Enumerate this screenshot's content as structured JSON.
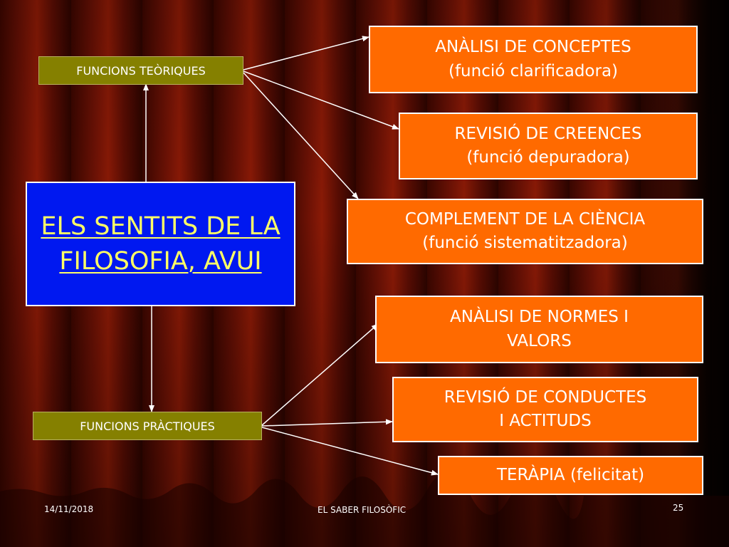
{
  "center": {
    "title": "ELS SENTITS DE LA FILOSOFIA, AVUI"
  },
  "groups": {
    "theoretical": "FUNCIONS TEÒRIQUES",
    "practical": "FUNCIONS PRÀCTIQUES"
  },
  "functions": [
    {
      "line1": "ANÀLISI DE CONCEPTES",
      "line2": "(funció clarificadora)"
    },
    {
      "line1": "REVISIÓ DE CREENCES",
      "line2": "(funció depuradora)"
    },
    {
      "line1": "COMPLEMENT DE LA CIÈNCIA",
      "line2": "(funció sistematitzadora)"
    },
    {
      "line1": "ANÀLISI DE NORMES I",
      "line2": "VALORS"
    },
    {
      "line1": "REVISIÓ DE CONDUCTES",
      "line2": "I ACTITUDS"
    },
    {
      "line1": "TERÀPIA (felicitat)",
      "line2": ""
    }
  ],
  "footer": {
    "date": "14/11/2018",
    "title": "EL SABER FILOSÒFIC",
    "page": "25"
  },
  "colors": {
    "background": "#5a0d03",
    "center_box": "#0018f0",
    "center_text": "#ffff66",
    "label_box": "#858000",
    "function_box": "#ff6a00",
    "arrows": "#ffffff"
  }
}
